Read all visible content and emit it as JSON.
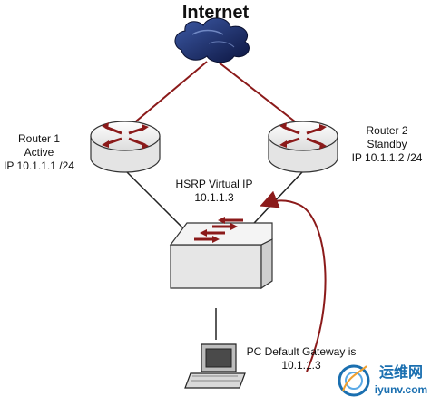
{
  "diagram": {
    "title": "Internet",
    "router1": {
      "name": "Router 1",
      "role": "Active",
      "ip": "IP 10.1.1.1 /24"
    },
    "router2": {
      "name": "Router 2",
      "role": "Standby",
      "ip": "IP 10.1.1.2 /24"
    },
    "virtual_ip": {
      "label": "HSRP Virtual IP",
      "address": "10.1.1.3"
    },
    "pc": {
      "label": "PC Default Gateway is",
      "address": "10.1.1.3"
    },
    "watermark": {
      "chinese": "运维网",
      "domain": "iyunv.com"
    },
    "colors": {
      "link_red": "#8b1a1a",
      "cloud_blue": "#1d2d6b",
      "line_black": "#222222"
    },
    "icons": [
      "cloud-icon",
      "router-icon",
      "switch-icon",
      "pc-icon",
      "watermark-logo-icon"
    ]
  }
}
